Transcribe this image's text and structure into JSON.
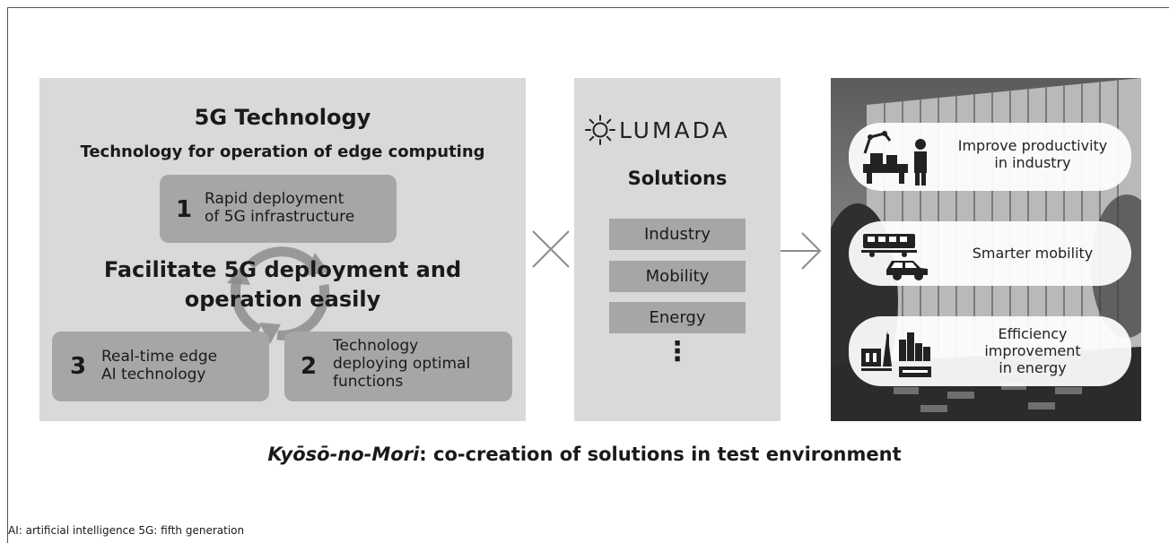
{
  "left_panel": {
    "title": "5G Technology",
    "subtitle": "Technology for operation of edge computing",
    "items": [
      {
        "num": "1",
        "line1": "Rapid deployment",
        "line2": "of 5G infrastructure"
      },
      {
        "num": "2",
        "line1": "Technology",
        "line2": "deploying optimal",
        "line3": "functions"
      },
      {
        "num": "3",
        "line1": "Real-time edge",
        "line2": "AI technology"
      }
    ],
    "center_line1": "Facilitate 5G deployment and",
    "center_line2": "operation easily"
  },
  "middle_panel": {
    "logo_text": "LUMADA",
    "title": "Solutions",
    "items": [
      "Industry",
      "Mobility",
      "Energy"
    ],
    "ellipsis": "⋮"
  },
  "right_panel": {
    "items": [
      {
        "line1": "Improve productivity",
        "line2": "in industry"
      },
      {
        "line1": "Smarter mobility"
      },
      {
        "line1": "Efficiency",
        "line2": "improvement",
        "line3": "in energy"
      }
    ]
  },
  "caption": {
    "italic": "Kyōsō-no-Mori",
    "rest": ": co-creation of solutions in test environment"
  },
  "footnote": "AI: artificial intelligence   5G: fifth generation",
  "colors": {
    "panel_bg": "#d9d9d9",
    "box_bg": "#a6a6a6",
    "arrow_gray": "#8c8c8c"
  }
}
